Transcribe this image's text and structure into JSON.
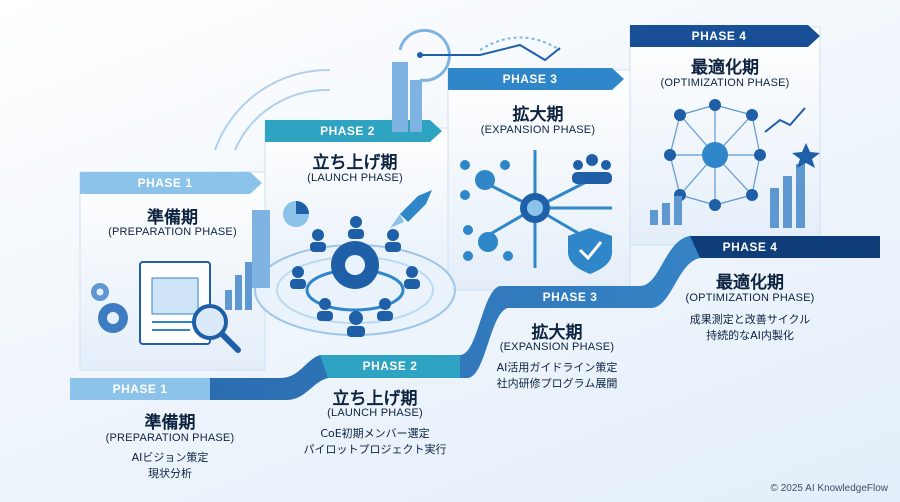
{
  "upper": [
    {
      "phase": "PHASE 1",
      "title": "準備期",
      "subtitle": "(PREPARATION PHASE)"
    },
    {
      "phase": "PHASE 2",
      "title": "立ち上げ期",
      "subtitle": "(LAUNCH PHASE)"
    },
    {
      "phase": "PHASE 3",
      "title": "拡大期",
      "subtitle": "(EXPANSION PHASE)"
    },
    {
      "phase": "PHASE 4",
      "title": "最適化期",
      "subtitle": "(OPTIMIZATION PHASE)"
    }
  ],
  "lower": [
    {
      "phase": "PHASE 1",
      "title": "準備期",
      "subtitle": "(PREPARATION PHASE)",
      "desc": [
        "AIビジョン策定",
        "現状分析"
      ]
    },
    {
      "phase": "PHASE 2",
      "title": "立ち上げ期",
      "subtitle": "(LAUNCH PHASE)",
      "desc": [
        "CoE初期メンバー選定",
        "パイロットプロジェクト実行"
      ]
    },
    {
      "phase": "PHASE 3",
      "title": "拡大期",
      "subtitle": "(EXPANSION PHASE)",
      "desc": [
        "AI活用ガイドライン策定",
        "社内研修プログラム展開"
      ]
    },
    {
      "phase": "PHASE 4",
      "title": "最適化期",
      "subtitle": "(OPTIMIZATION PHASE)",
      "desc": [
        "成果測定と改善サイクル",
        "持続的なAI内製化"
      ]
    }
  ],
  "copyright": "© 2025 AI KnowledgeFlow",
  "colors": {
    "light": "#8cc3ea",
    "mid": "#2f86c9",
    "dark": "#184f97",
    "navy": "#0f3d7a",
    "teal": "#2fa3c2"
  }
}
